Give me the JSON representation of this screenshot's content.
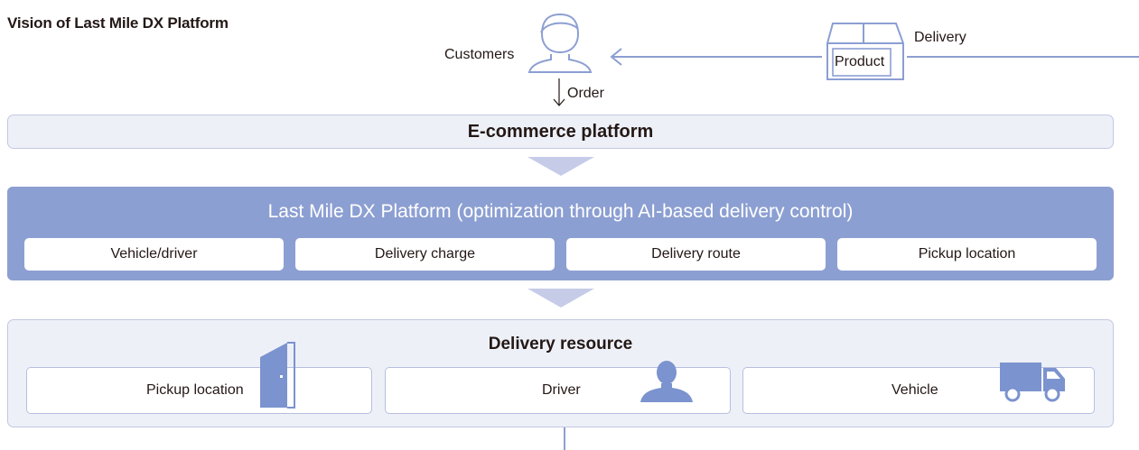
{
  "title": "Vision of Last Mile DX Platform",
  "flow": {
    "customers_label": "Customers",
    "order_label": "Order",
    "delivery_label": "Delivery",
    "product_label": "Product"
  },
  "ecommerce": {
    "title": "E-commerce platform"
  },
  "dx_platform": {
    "title": "Last Mile DX Platform (optimization through AI-based delivery control)",
    "items": [
      "Vehicle/driver",
      "Delivery charge",
      "Delivery route",
      "Pickup location"
    ]
  },
  "delivery_resource": {
    "title": "Delivery resource",
    "items": [
      {
        "label": "Pickup location",
        "icon": "door-icon"
      },
      {
        "label": "Driver",
        "icon": "person-icon"
      },
      {
        "label": "Vehicle",
        "icon": "truck-icon"
      }
    ]
  },
  "colors": {
    "platform_fill": "#8c9fd2",
    "panel_fill": "#eef0f8",
    "panel_border": "#c3c8e2",
    "arrow": "#c6cce8",
    "line": "#8c9fd2",
    "icon_blue": "#7b93ce"
  }
}
